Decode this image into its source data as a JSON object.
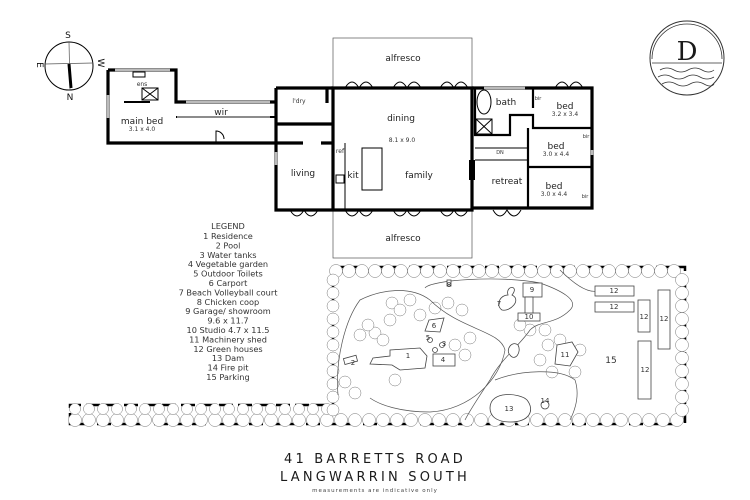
{
  "compass": {
    "s": "S",
    "n": "N",
    "e": "E",
    "w": "W"
  },
  "logo": {
    "letter": "D"
  },
  "rooms": {
    "ens": "ens",
    "main_bed": "main bed",
    "main_bed_dims": "3.1 x 4.0",
    "wir": "wir",
    "laundry": "l'dry",
    "living": "living",
    "ref": "ref",
    "kit": "kit",
    "alfresco_top": "alfresco",
    "dining": "dining",
    "dining_dims": "8.1 x 9.0",
    "family": "family",
    "bath": "bath",
    "bed1": "bed",
    "bed1_dims": "3.2 x 3.4",
    "bed2": "bed",
    "bed2_dims": "3.0 x 4.4",
    "bed3": "bed",
    "bed3_dims": "3.0 x 4.4",
    "bir": "bir",
    "dn": "DN",
    "retreat": "retreat",
    "alfresco_bottom": "alfresco"
  },
  "legend": {
    "title": "LEGEND",
    "items": [
      "1  Residence",
      "2  Pool",
      "3  Water tanks",
      "4  Vegetable garden",
      "5  Outdoor Toilets",
      "6  Carport",
      "7  Beach Volleyball court",
      "8  Chicken coop",
      "9  Garage/ showroom",
      "9.6 x 11.7",
      "10 Studio 4.7 x 11.5",
      "11  Machinery shed",
      "12  Green houses",
      "13  Dam",
      "14  Fire pit",
      "15  Parking"
    ]
  },
  "site_labels": [
    "1",
    "2",
    "3",
    "4",
    "5",
    "6",
    "7",
    "8",
    "9",
    "10",
    "11",
    "12",
    "13",
    "14",
    "15"
  ],
  "title": {
    "line1": "41 BARRETTS ROAD",
    "line2": "LANGWARRIN SOUTH",
    "note": "measurements are indicative only"
  }
}
